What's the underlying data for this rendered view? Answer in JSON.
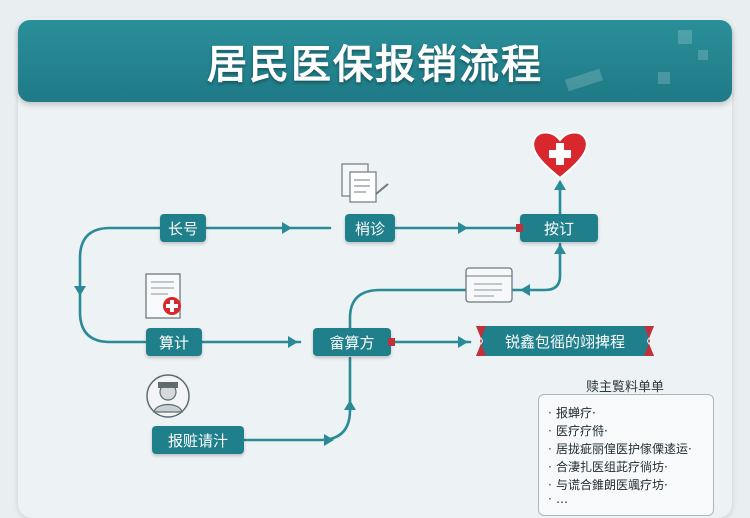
{
  "title": "居民医保报销流程",
  "nodes": {
    "n1": "长号",
    "n2": "梢诊",
    "n3": "按订",
    "n4": "算计",
    "n5": "畲算方",
    "n6": "锐鑫包徭的翊捭程",
    "n7": "报赃请汁"
  },
  "panel": {
    "title": "赎主覧料单单",
    "items": [
      "报蝉疗·",
      "医疗疗偫·",
      "居拢疵丽偟医护傢傈逺运·",
      "合淒扎医组茈疗徜坊·",
      "与谎合錐朗医颯疗坊·",
      "…"
    ]
  },
  "colors": {
    "teal": "#1f7f8b",
    "banner": "#2a8f99",
    "accent_red": "#c0313b",
    "heart": "#d9272e",
    "line": "#2a8a95"
  },
  "icons": {
    "heart": "heart-plus-icon",
    "docs": "document-stack-icon",
    "form": "medical-form-icon",
    "card": "claim-card-icon",
    "avatar": "doctor-avatar-icon"
  }
}
